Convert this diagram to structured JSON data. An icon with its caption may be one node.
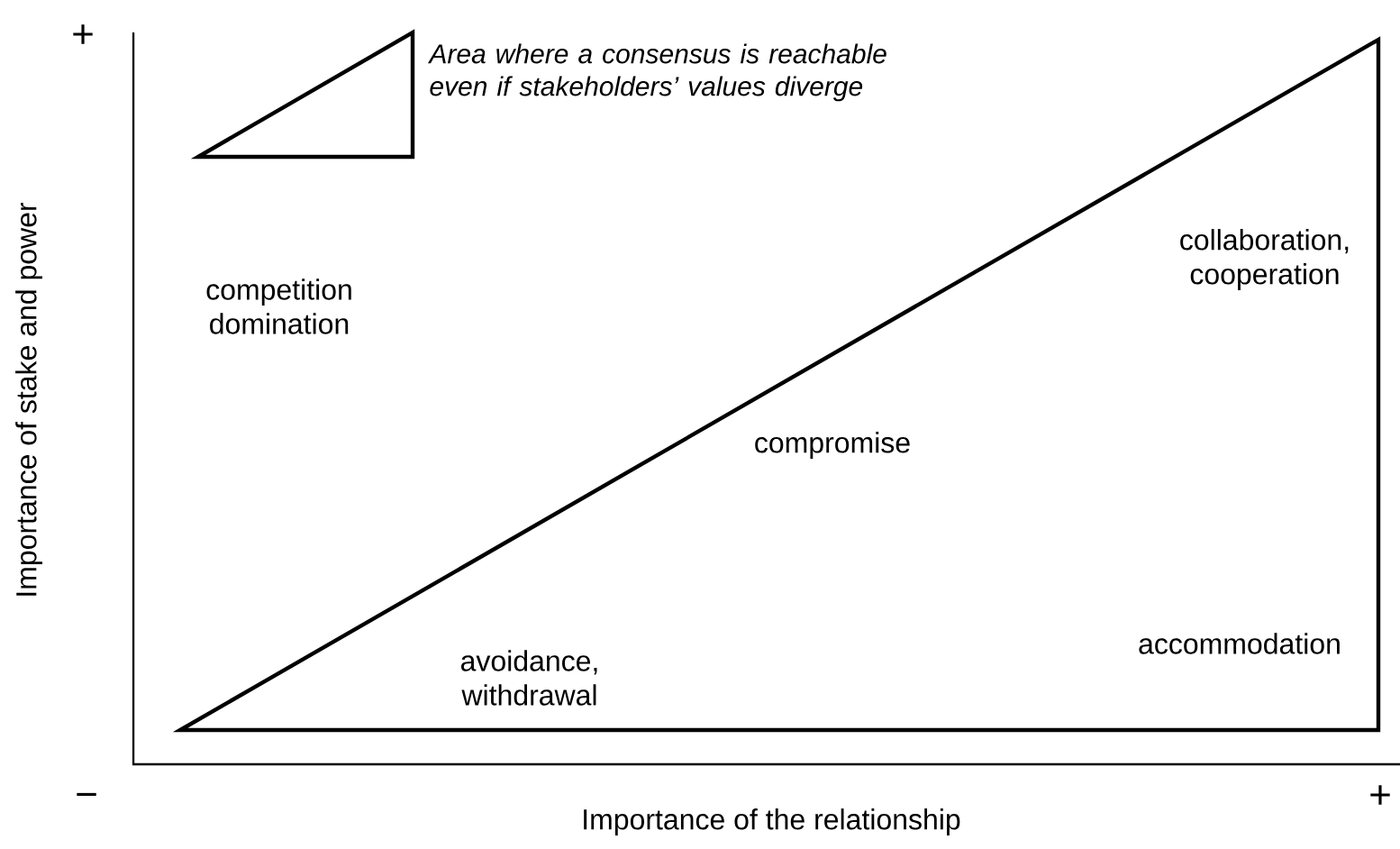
{
  "diagram": {
    "labels": [
      "+",
      "competition domination",
      "collaboration, cooperation",
      "compromise",
      "avoidance, withdrawal",
      "accommodation",
      "Importance of stake and power",
      "−",
      "+",
      "Importance of the relationship"
    ],
    "nodes": [
      {
        "text": [],
        "shape": "triangle",
        "beside": [
          "Area where a consensus is reachable even if stakeholders’ values diverge"
        ]
      }
    ]
  }
}
